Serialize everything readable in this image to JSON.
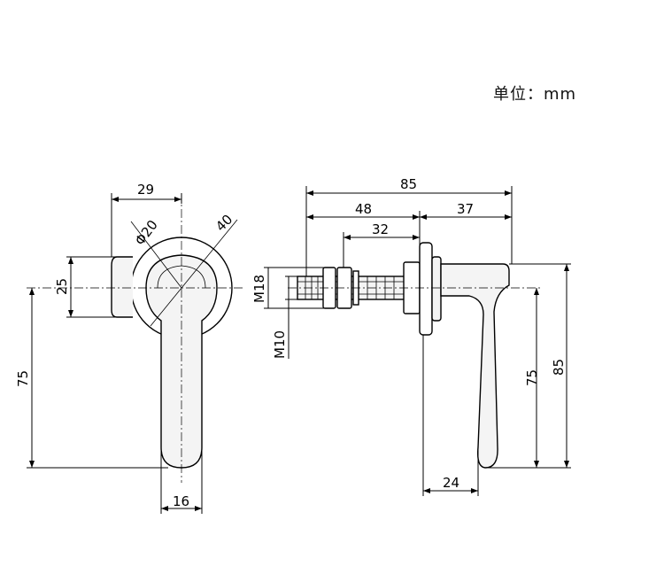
{
  "unit_label": "单位：mm",
  "front_view": {
    "dim_width": "29",
    "dim_diameter_small": "Φ20",
    "dim_diameter_large": "40",
    "dim_offset": "25",
    "dim_length": "75",
    "dim_handle_width": "16"
  },
  "side_view": {
    "dim_total": "85",
    "dim_shaft": "48",
    "dim_handle_depth": "37",
    "dim_thread_length": "32",
    "dim_thread_large": "M18",
    "dim_thread_small": "M10",
    "dim_height_75": "75",
    "dim_height_85": "85",
    "dim_grip": "24"
  }
}
